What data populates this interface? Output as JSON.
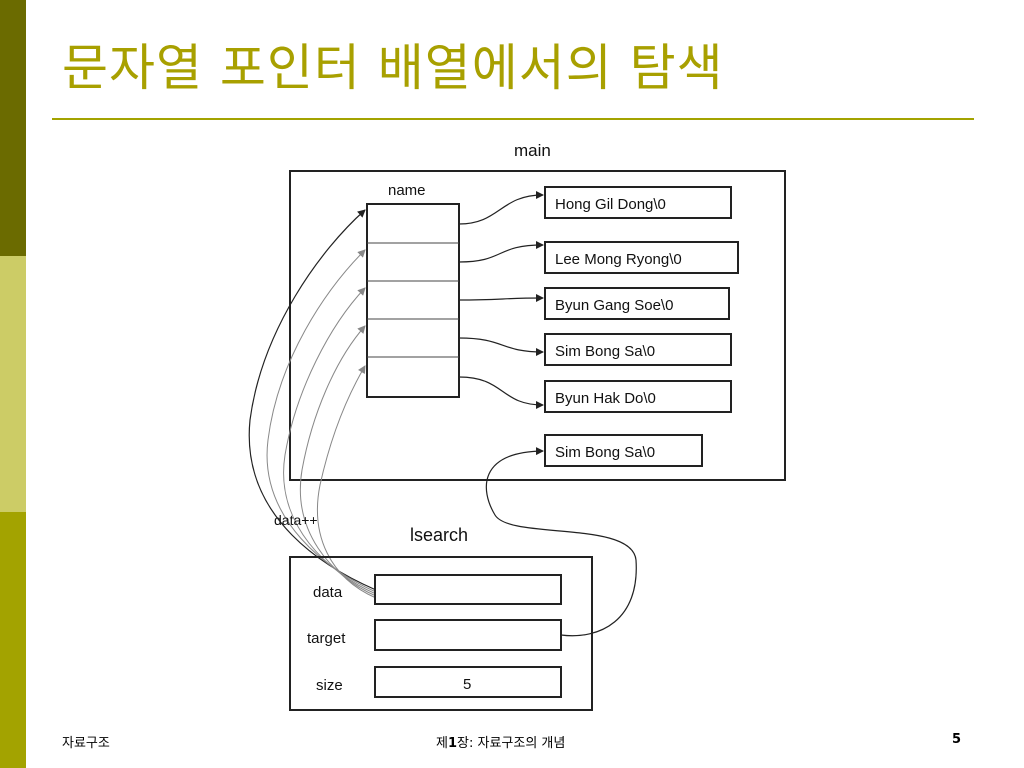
{
  "slide": {
    "title": "문자열 포인터 배열에서의 탐색",
    "footer_left": "자료구조",
    "footer_center_prefix": "제",
    "footer_center_bold": "1",
    "footer_center_suffix": "장: 자료구조의 개념",
    "page_number": "5"
  },
  "diagram": {
    "main_label": "main",
    "name_label": "name",
    "strings": [
      "Hong Gil Dong\\0",
      "Lee Mong Ryong\\0",
      "Byun Gang Soe\\0",
      "Sim Bong Sa\\0",
      "Byun Hak Do\\0"
    ],
    "target_string": "Sim Bong Sa\\0",
    "data_increment_label": "data++",
    "lsearch_label": "lsearch",
    "fields": {
      "data": "data",
      "target": "target",
      "size": "size"
    },
    "size_value": "5"
  },
  "colors": {
    "accent": "#a8a000",
    "bar_dark": "#6b6b00",
    "bar_light": "#cccc66",
    "bar_mid": "#a3a300"
  }
}
